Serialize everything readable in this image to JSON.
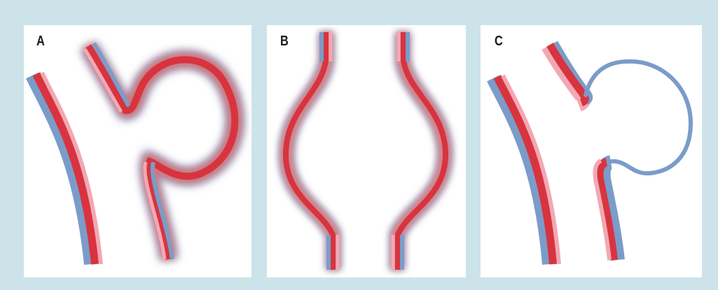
{
  "panels": [
    {
      "label": "A"
    },
    {
      "label": "B"
    },
    {
      "label": "C"
    }
  ],
  "colors": {
    "background": "#cce3ea",
    "panel": "#ffffff",
    "adventitia": "#7b9cc9",
    "media": "#d7343f",
    "intima": "#f2a8b3",
    "label": "#1a1a1a"
  }
}
